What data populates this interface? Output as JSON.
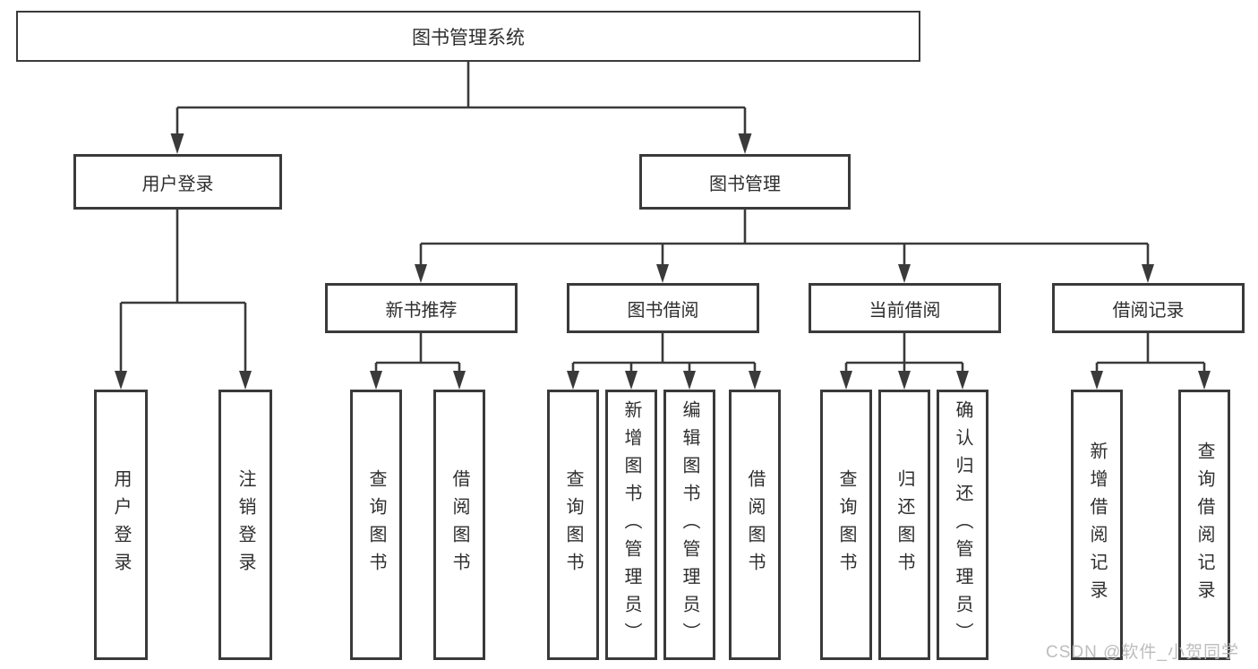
{
  "diagram": {
    "type": "hierarchy-tree",
    "title": "图书管理系统",
    "tree": {
      "root": {
        "label": "图书管理系统"
      },
      "branches": [
        {
          "label": "用户登录",
          "children": [
            {
              "label": "用户登录"
            },
            {
              "label": "注销登录"
            }
          ]
        },
        {
          "label": "图书管理",
          "children": [
            {
              "label": "新书推荐",
              "children": [
                {
                  "label": "查询图书"
                },
                {
                  "label": "借阅图书"
                }
              ]
            },
            {
              "label": "图书借阅",
              "children": [
                {
                  "label": "查询图书"
                },
                {
                  "label": "新增图书（管理员）"
                },
                {
                  "label": "编辑图书（管理员）"
                },
                {
                  "label": "借阅图书"
                }
              ]
            },
            {
              "label": "当前借阅",
              "children": [
                {
                  "label": "查询图书"
                },
                {
                  "label": "归还图书"
                },
                {
                  "label": "确认归还（管理员）"
                }
              ]
            },
            {
              "label": "借阅记录",
              "children": [
                {
                  "label": "新增借阅记录"
                },
                {
                  "label": "查询借阅记录"
                }
              ]
            }
          ]
        }
      ]
    },
    "colors": {
      "line": "#3a3a3a",
      "box_border": "#3a3a3a",
      "box_fill": "#ffffff",
      "text": "#2e2e2e",
      "watermark": "#b9b9b9",
      "background": "#ffffff"
    },
    "watermark": "CSDN @软件_小贺同学"
  }
}
